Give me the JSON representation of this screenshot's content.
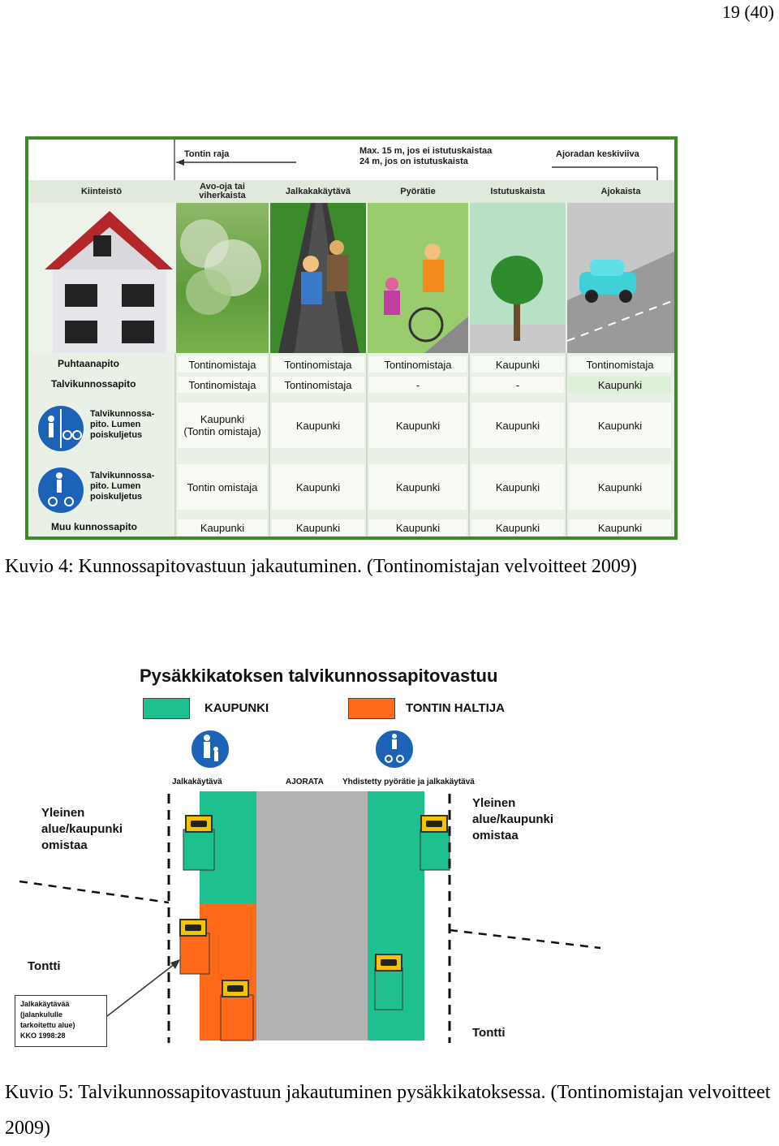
{
  "page_number": "19 (40)",
  "fig4": {
    "top_labels": {
      "tontin_raja": "Tontin raja",
      "max_width": "Max. 15 m, jos ei istutuskaistaa\n24 m, jos on istutuskaista",
      "ajoradan_keskiviiva": "Ajoradan keskiviiva"
    },
    "column_headers": [
      "Kiinteistö",
      "Avo-oja tai viherkaista",
      "Jalkakakäytävä",
      "Pyörätie",
      "Istutuskaista",
      "Ajokaista"
    ],
    "rows": [
      {
        "label": "Puhtaanapito",
        "cells": [
          "Tontinomistaja",
          "Tontinomistaja",
          "Tontinomistaja",
          "Kaupunki",
          "Tontinomistaja"
        ]
      },
      {
        "label": "Talvikunnossapito",
        "cells": [
          "Tontinomistaja",
          "Tontinomistaja",
          "-",
          "-",
          "Kaupunki"
        ]
      },
      {
        "label": "Talvikunnossa-\npito. Lumen\npoiskuljetus",
        "cells": [
          "Kaupunki\n(Tontin omistaja)",
          "Kaupunki",
          "Kaupunki",
          "Kaupunki",
          "Kaupunki"
        ]
      },
      {
        "label": "Talvikunnossa-\npito. Lumen\npoiskuljetus",
        "cells": [
          "Tontin omistaja",
          "Kaupunki",
          "Kaupunki",
          "Kaupunki",
          "Kaupunki"
        ]
      },
      {
        "label": "Muu kunnossapito",
        "cells": [
          "Kaupunki",
          "Kaupunki",
          "Kaupunki",
          "Kaupunki",
          "Kaupunki"
        ]
      }
    ]
  },
  "caption4": "Kuvio 4: Kunnossapitovastuun jakautuminen. (Tontinomistajan velvoitteet 2009)",
  "fig5": {
    "title": "Pysäkkikatoksen talvikunnossapitovastuu",
    "legend": [
      {
        "label": "KAUPUNKI",
        "color": "#1fc08f"
      },
      {
        "label": "TONTIN HALTIJA",
        "color": "#ff6a1a"
      }
    ],
    "labels": {
      "jalkakaytava": "Jalkakäytävä",
      "ajorata": "AJORATA",
      "yhdistetty": "Yhdistetty pyörätie ja jalkakäytävä",
      "yleinen_left": "Yleinen\nalue/kaupunki\nomistaa",
      "yleinen_right": "Yleinen\nalue/kaupunki\nomistaa",
      "tontti_left": "Tontti",
      "tontti_right": "Tontti",
      "note": "Jalkakäytävää\n(jalankululle\ntarkoitettu alue)\nKKO 1998:28"
    },
    "colors": {
      "city": "#1fc08f",
      "owner": "#ff6a1a",
      "road": "#b3b3b3"
    }
  },
  "caption5": "Kuvio 5: Talvikunnossapitovastuun jakautuminen pysäkkikatoksessa. (Tontinomistajan velvoitteet 2009)"
}
